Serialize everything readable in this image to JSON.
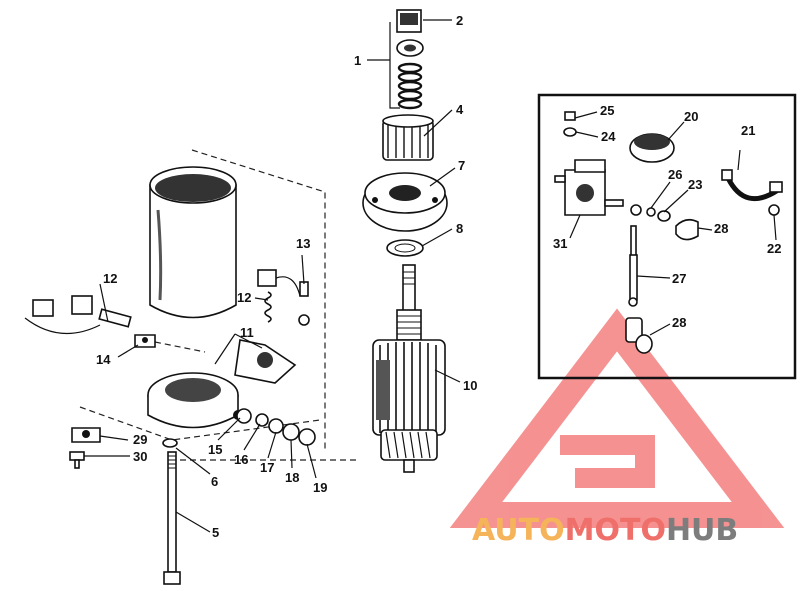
{
  "callouts": [
    "1",
    "2",
    "4",
    "7",
    "8",
    "10",
    "11",
    "12",
    "12",
    "13",
    "14",
    "15",
    "16",
    "17",
    "18",
    "19",
    "29",
    "30",
    "6",
    "5",
    "25",
    "24",
    "20",
    "21",
    "26",
    "23",
    "28",
    "31",
    "27",
    "28",
    "22"
  ],
  "watermark": {
    "part1": "AUTO",
    "part2": "MOTO",
    "part3": "HUB",
    "colors": {
      "auto": "#f5b35a",
      "moto": "#ef6f6a",
      "hub": "#7d7d7d",
      "triangle": "#f26d6d"
    }
  }
}
